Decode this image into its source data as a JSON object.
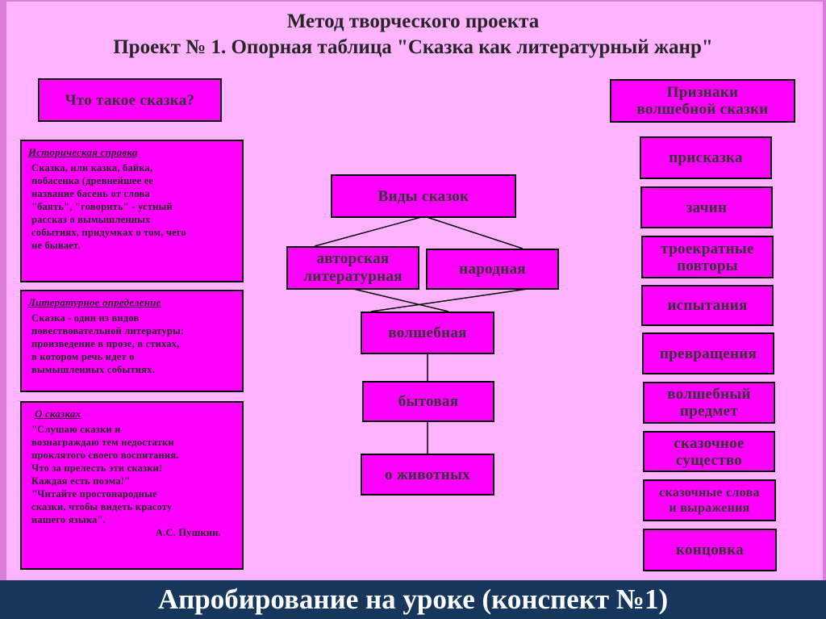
{
  "header": {
    "title_line1": "Метод творческого проекта",
    "title_line2": "Проект № 1. Опорная таблица \"Сказка как литературный жанр\""
  },
  "left": {
    "what_is": "Что такое сказка?",
    "historical": {
      "heading": "Историческая справка",
      "text": "Сказка, или казка, байка,\nпобасенка (древнейшее ее\nназвание басень от слова\n\"баять\", \"говорить\" - устный\nрассказ о вымышленных\nсобытиях, придумках о том, чего\nне бывает."
    },
    "literary": {
      "heading": "Литературное определение",
      "text": "Сказка - один из видов\nповествовательной литературы:\nпроизведение в прозе, в стихах,\nв котором речь идет о\nвымышленных событиях."
    },
    "about": {
      "heading": "О сказках",
      "text": "\"Слушаю сказки и\nвознаграждаю тем недостатки\nпроклятого своего воспитания.\nЧто за прелесть эти сказки!\nКаждая есть поэма!\"\n\"Читайте простонародные\nсказки, чтобы видеть красоту\nнашего языка\".",
      "signature": "А.С. Пушкин."
    }
  },
  "center": {
    "kinds": "Виды сказок",
    "author": "авторская\nлитературная",
    "folk": "народная",
    "magic": "волшебная",
    "everyday": "бытовая",
    "animals": "о животных"
  },
  "right": {
    "header": "Признаки\nволшебной сказки",
    "items": [
      "присказка",
      "зачин",
      "троекратные\nповторы",
      "испытания",
      "превращения",
      "волшебный\nпредмет",
      "сказочное\nсущество",
      "сказочные слова\nи выражения",
      "концовка"
    ]
  },
  "footer": "Апробирование на уроке (конспект №1)"
}
